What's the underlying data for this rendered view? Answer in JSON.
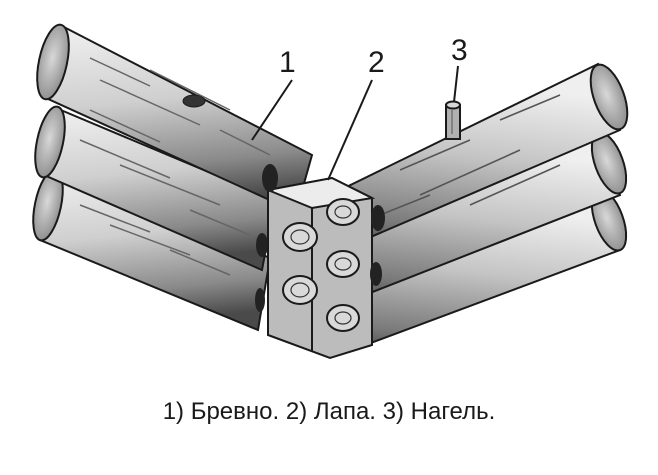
{
  "figure": {
    "callouts": [
      {
        "number": "1",
        "part": "Бревно"
      },
      {
        "number": "2",
        "part": "Лапа"
      },
      {
        "number": "3",
        "part": "Нагель"
      }
    ]
  },
  "caption": "1) Бревно. 2) Лапа. 3) Нагель.",
  "colors": {
    "log_light": "#e6e6e6",
    "log_mid": "#b3b3b3",
    "log_dark": "#4a4a4a",
    "ink": "#1a1a1a",
    "background": "#ffffff"
  }
}
